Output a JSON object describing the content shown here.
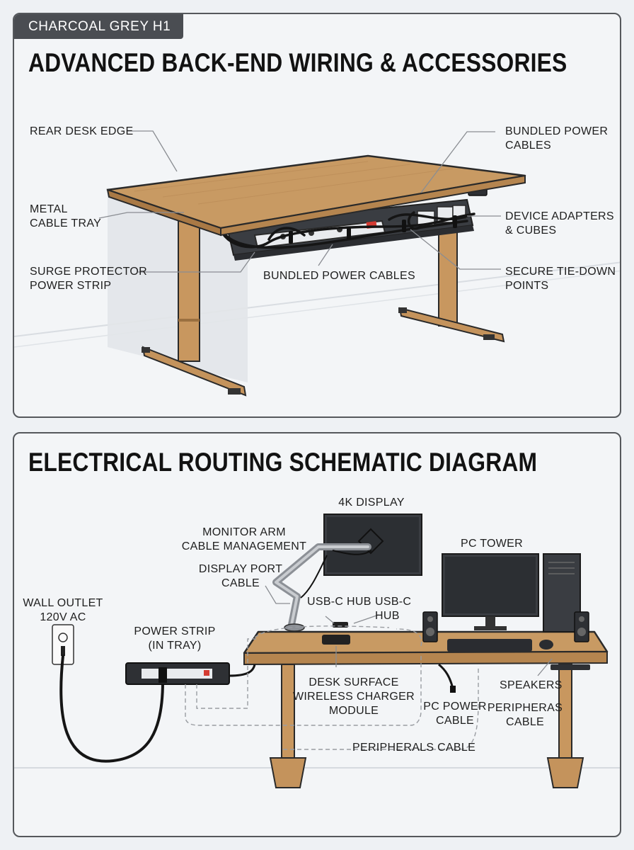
{
  "top": {
    "tag": "CHARCOAL GREY H1",
    "title": "ADVANCED BACK-END WIRING & ACCESSORIES",
    "labels": {
      "rear_desk_edge": "REAR DESK EDGE",
      "metal_cable_tray": "METAL\nCABLE TRAY",
      "surge_protector": "SURGE PROTECTOR\nPOWER STRIP",
      "bundled_center": "BUNDLED POWER CABLES",
      "bundled_right": "BUNDLED POWER\nCABLES",
      "device_adapters": "DEVICE ADAPTERS\n& CUBES",
      "tie_down": "SECURE TIE-DOWN\nPOINTS"
    }
  },
  "bottom": {
    "title": "ELECTRICAL ROUTING SCHEMATIC DIAGRAM",
    "labels": {
      "display_4k": "4K DISPLAY",
      "monitor_arm": "MONITOR ARM\nCABLE MANAGEMENT",
      "display_port": "DISPLAY PORT\nCABLE",
      "usbc_hub_left": "USB-C HUB",
      "usbc_hub_right": "USB-C\nHUB",
      "pc_tower": "PC TOWER",
      "wall_outlet": "WALL OUTLET\n120V AC",
      "power_strip": "POWER STRIP\n(IN TRAY)",
      "wireless_charger": "DESK SURFACE\nWIRELESS CHARGER\nMODULE",
      "pc_power": "PC POWER\nCABLE",
      "speakers": "SPEAKERS",
      "peripheras_cable": "PERIPHERAS\nCABLE",
      "peripherals_cable": "PERIPHERALS CABLE"
    }
  },
  "colors": {
    "wood": "#c4935c",
    "wood_dark": "#8d6336",
    "metal": "#3a3d42",
    "outline": "#2a2a2a",
    "panel_border": "#55585c"
  }
}
